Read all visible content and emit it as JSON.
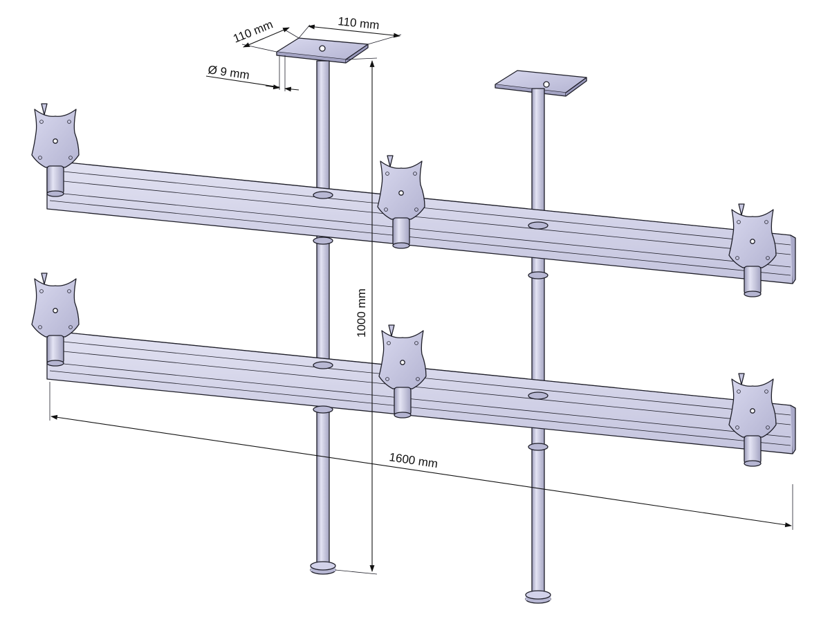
{
  "dimensions": {
    "plate_width": "110 mm",
    "plate_depth": "110 mm",
    "pole_diameter": "Ø 9 mm",
    "height": "1000 mm",
    "width": "1600 mm"
  },
  "colors": {
    "metal_light": "#d6d6ec",
    "metal_mid": "#b9b9d6",
    "metal_dark": "#8f8fae",
    "outline": "#1e1e28"
  }
}
